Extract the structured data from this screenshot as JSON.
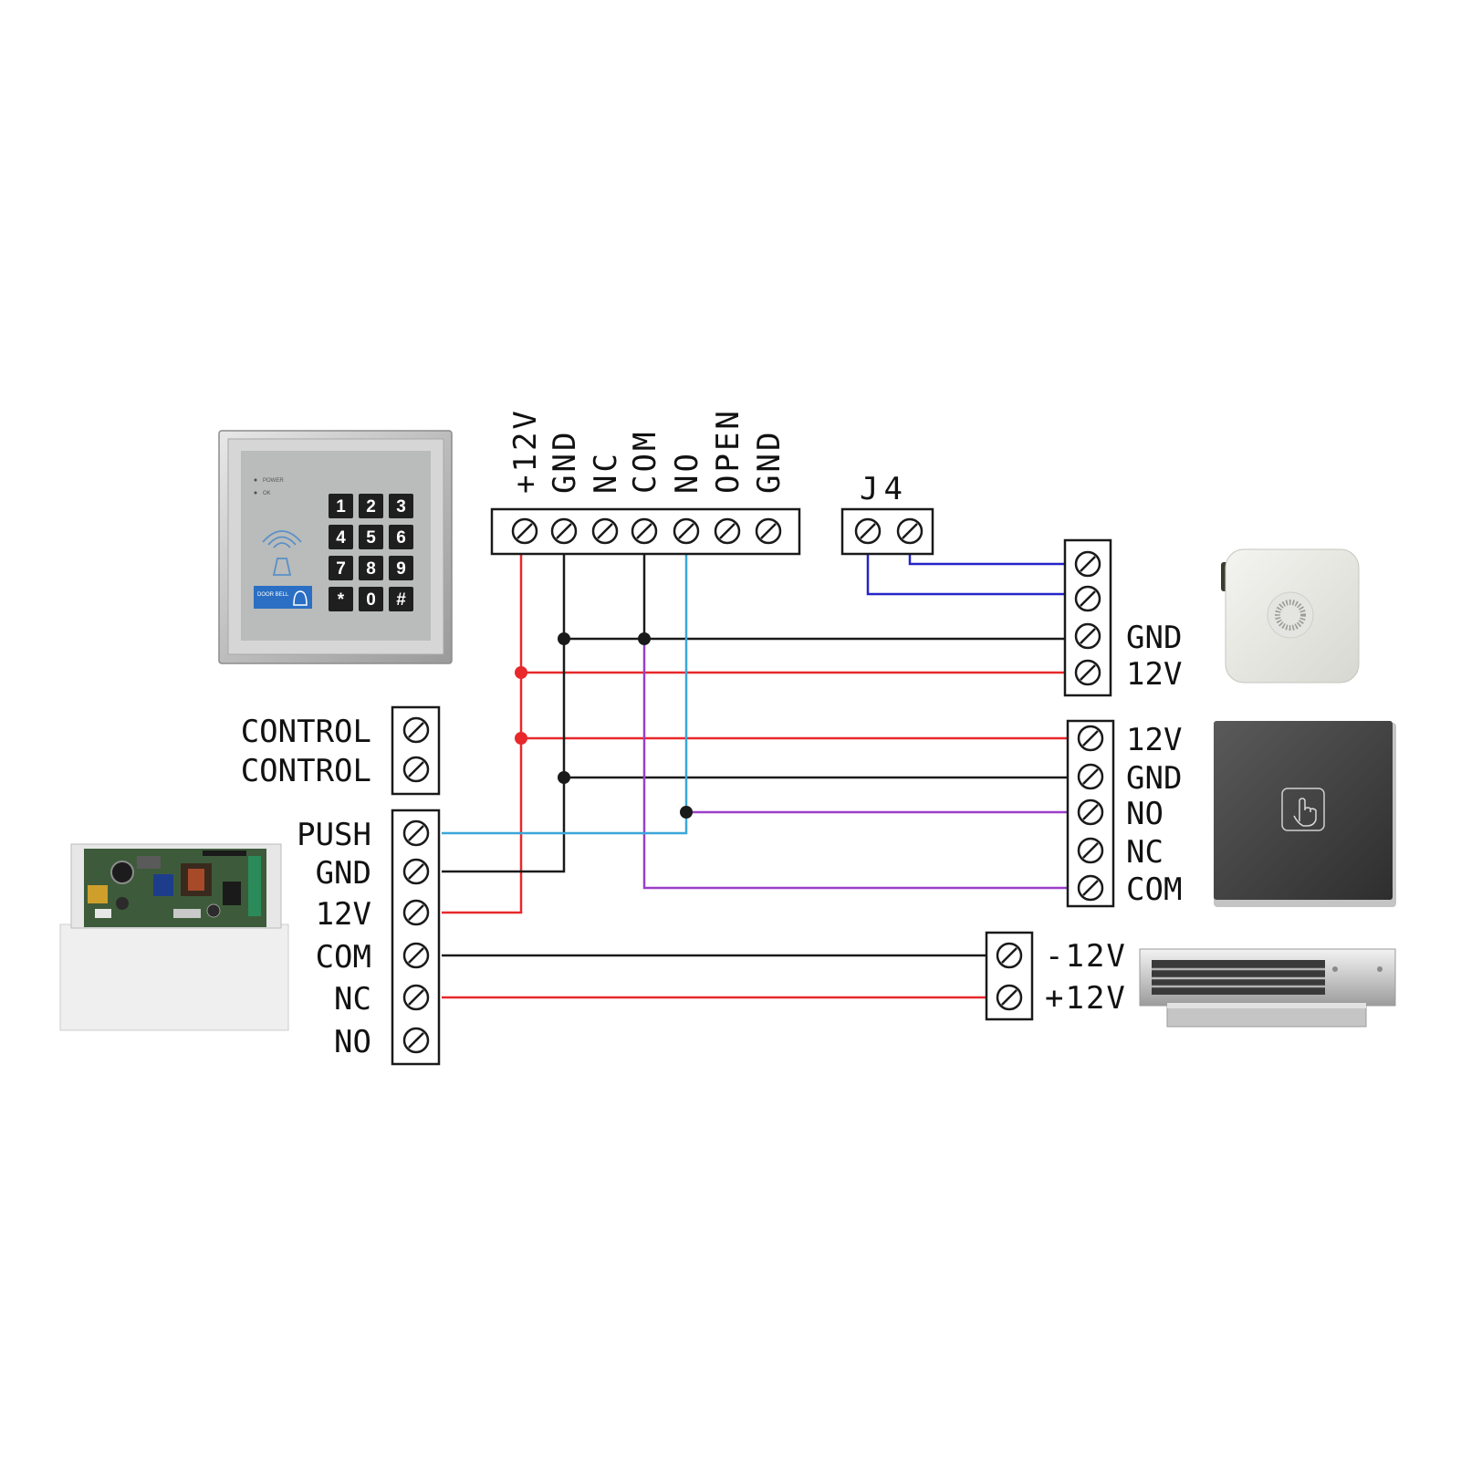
{
  "controller": {
    "terminals": [
      "+12V",
      "GND",
      "NC",
      "COM",
      "NO",
      "OPEN",
      "GND"
    ],
    "j4_label": "J4",
    "keypad": {
      "keys": [
        "1",
        "2",
        "3",
        "4",
        "5",
        "6",
        "7",
        "8",
        "9",
        "*",
        "0",
        "#"
      ],
      "power_led_label": "POWER",
      "ok_led_label": "OK",
      "doorbell_label": "DOOR BELL"
    }
  },
  "power_supply": {
    "control_terminals": [
      "CONTROL",
      "CONTROL"
    ],
    "terminals": [
      "PUSH",
      "GND",
      "12V",
      "COM",
      "NC",
      "NO"
    ]
  },
  "doorbell": {
    "terminals": [
      "",
      "",
      "GND",
      "12V"
    ]
  },
  "exit_button": {
    "terminals": [
      "12V",
      "GND",
      "NO",
      "NC",
      "COM"
    ]
  },
  "maglock": {
    "terminals": [
      "-12V",
      "+12V"
    ]
  },
  "colors": {
    "red": "#e8282b",
    "black": "#1a1a1a",
    "cyan": "#3aa6d8",
    "purple": "#9b3fc9",
    "blue": "#2424c8"
  }
}
